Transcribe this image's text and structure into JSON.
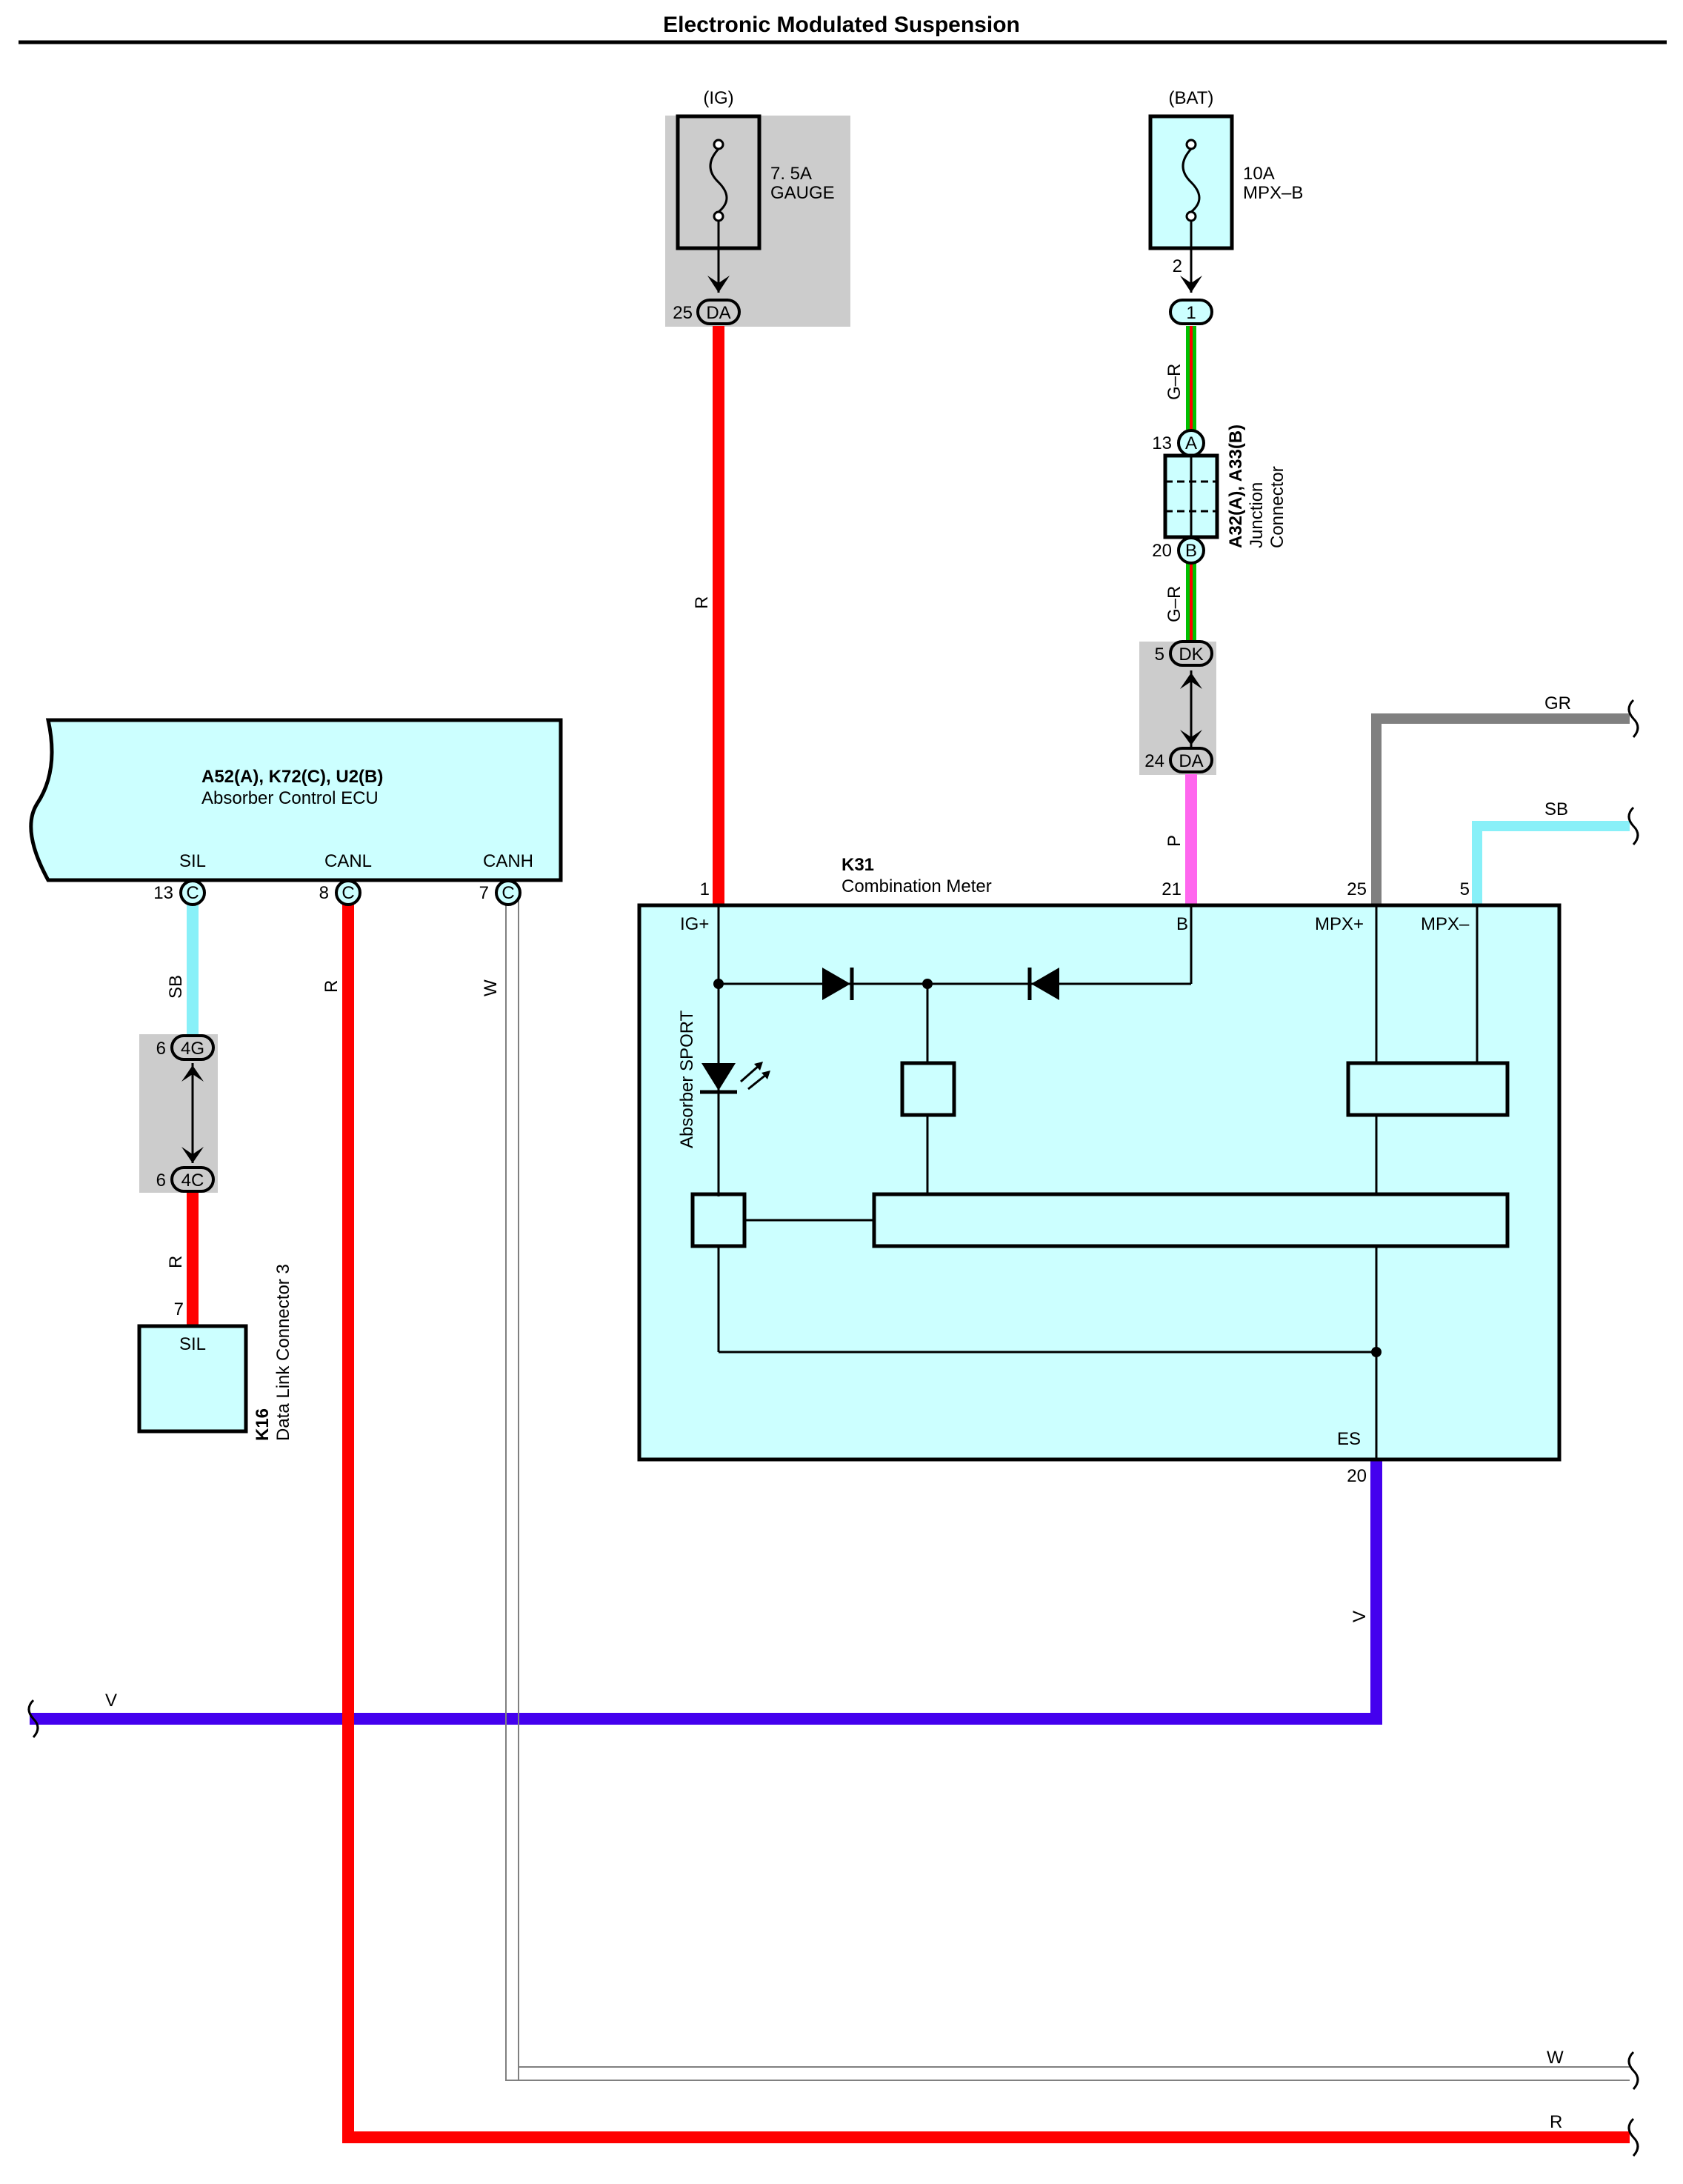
{
  "title": "Electronic Modulated Suspension",
  "colors": {
    "red": "#ff0000",
    "sb": "#88f0f8",
    "violet": "#4400ee",
    "gray": "#808080",
    "pink": "#ff66ee",
    "green": "#00c000",
    "component_fill": "#ccffff",
    "shade": "#cccccc"
  },
  "fuse_ig": {
    "source": "(IG)",
    "rating": "7. 5A",
    "name": "GAUGE",
    "pin": "25",
    "connector": "DA"
  },
  "fuse_bat": {
    "source": "(BAT)",
    "rating": "10A",
    "name": "MPX–B",
    "pin": "2",
    "connector": "1"
  },
  "junction": {
    "id": "A32(A), A33(B)",
    "name_line1": "Junction",
    "name_line2": "Connector",
    "pin_a": "13",
    "conn_a": "A",
    "pin_b": "20",
    "conn_b": "B"
  },
  "connectors": {
    "dk_pin": "5",
    "dk": "DK",
    "da2_pin": "24",
    "da2": "DA",
    "g4_pin": "6",
    "g4": "4G",
    "c4_pin": "6",
    "c4": "4C"
  },
  "ecu": {
    "id": "A52(A), K72(C), U2(B)",
    "name": "Absorber Control ECU",
    "terminals": [
      {
        "label": "SIL",
        "pin": "13",
        "conn": "C"
      },
      {
        "label": "CANL",
        "pin": "8",
        "conn": "C"
      },
      {
        "label": "CANH",
        "pin": "7",
        "conn": "C"
      }
    ]
  },
  "meter": {
    "id": "K31",
    "name": "Combination Meter",
    "pins": {
      "ig": "1",
      "b": "21",
      "mpx_plus": "25",
      "mpx_minus": "5",
      "es": "20"
    },
    "terminals": {
      "ig": "IG+",
      "b": "B",
      "mpx_plus": "MPX+",
      "mpx_minus": "MPX–",
      "es": "ES"
    },
    "indicator": "Absorber SPORT"
  },
  "dlc": {
    "id": "K16",
    "name": "Data Link Connector 3",
    "terminal": "SIL",
    "pin": "7"
  },
  "wire_colors": {
    "ig_feed": "R",
    "gr_upper": "G–R",
    "gr_lower": "G–R",
    "p": "P",
    "gr_out": "GR",
    "sb_out": "SB",
    "sil": "SB",
    "sil_lower": "R",
    "canl": "R",
    "canh": "W",
    "es": "V",
    "v_bus": "V",
    "w_bus": "W",
    "r_bus": "R"
  }
}
